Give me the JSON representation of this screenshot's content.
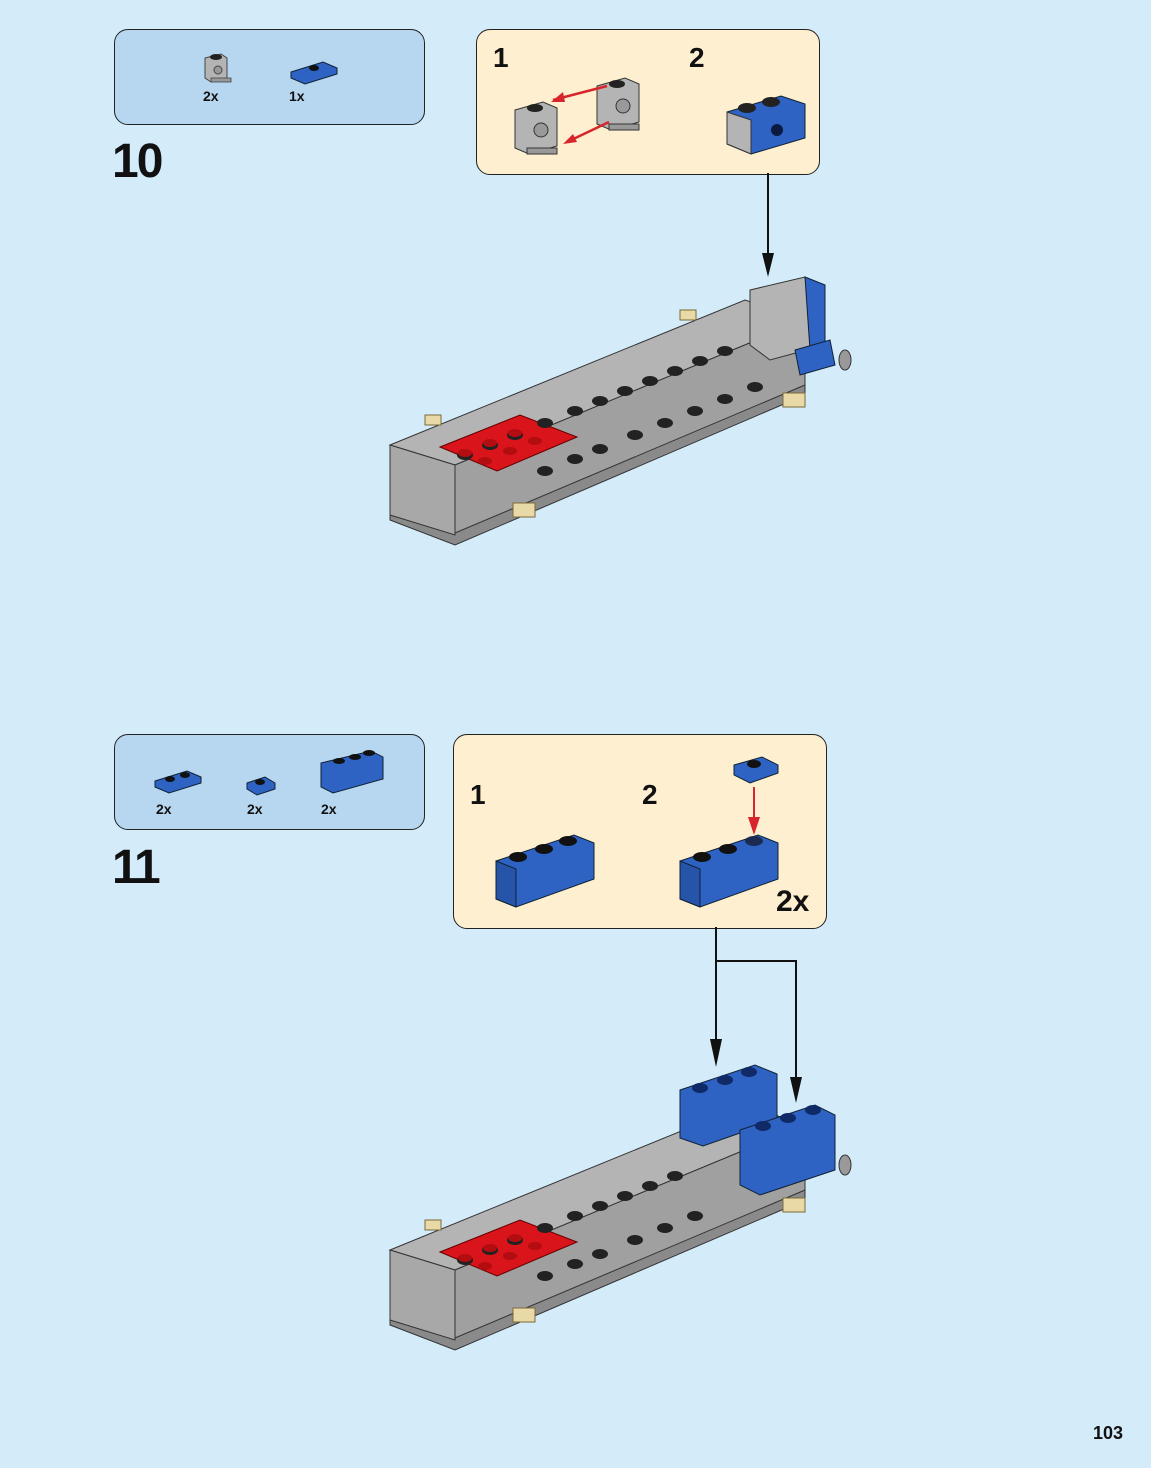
{
  "page": {
    "number": "103",
    "background": "#d4ebfa"
  },
  "colors": {
    "parts_box": "#b7d7f1",
    "sub_box": "#fdefcf",
    "lego_blue": "#2e63c4",
    "lego_gray": "#a9a9a9",
    "lego_red": "#d9141b",
    "arrow_red": "#d7262b"
  },
  "steps": [
    {
      "number": "10",
      "parts": [
        {
          "name": "light-gray 1x1 brick with side stud",
          "qty": "2x"
        },
        {
          "name": "blue 1x2 jumper plate",
          "qty": "1x"
        }
      ],
      "substeps": [
        {
          "number": "1"
        },
        {
          "number": "2"
        }
      ]
    },
    {
      "number": "11",
      "parts": [
        {
          "name": "blue 1x2 plate",
          "qty": "2x"
        },
        {
          "name": "blue 1x1 plate",
          "qty": "2x"
        },
        {
          "name": "blue 1x3 brick",
          "qty": "2x"
        }
      ],
      "substeps": [
        {
          "number": "1"
        },
        {
          "number": "2",
          "qty": "2x"
        }
      ]
    }
  ]
}
